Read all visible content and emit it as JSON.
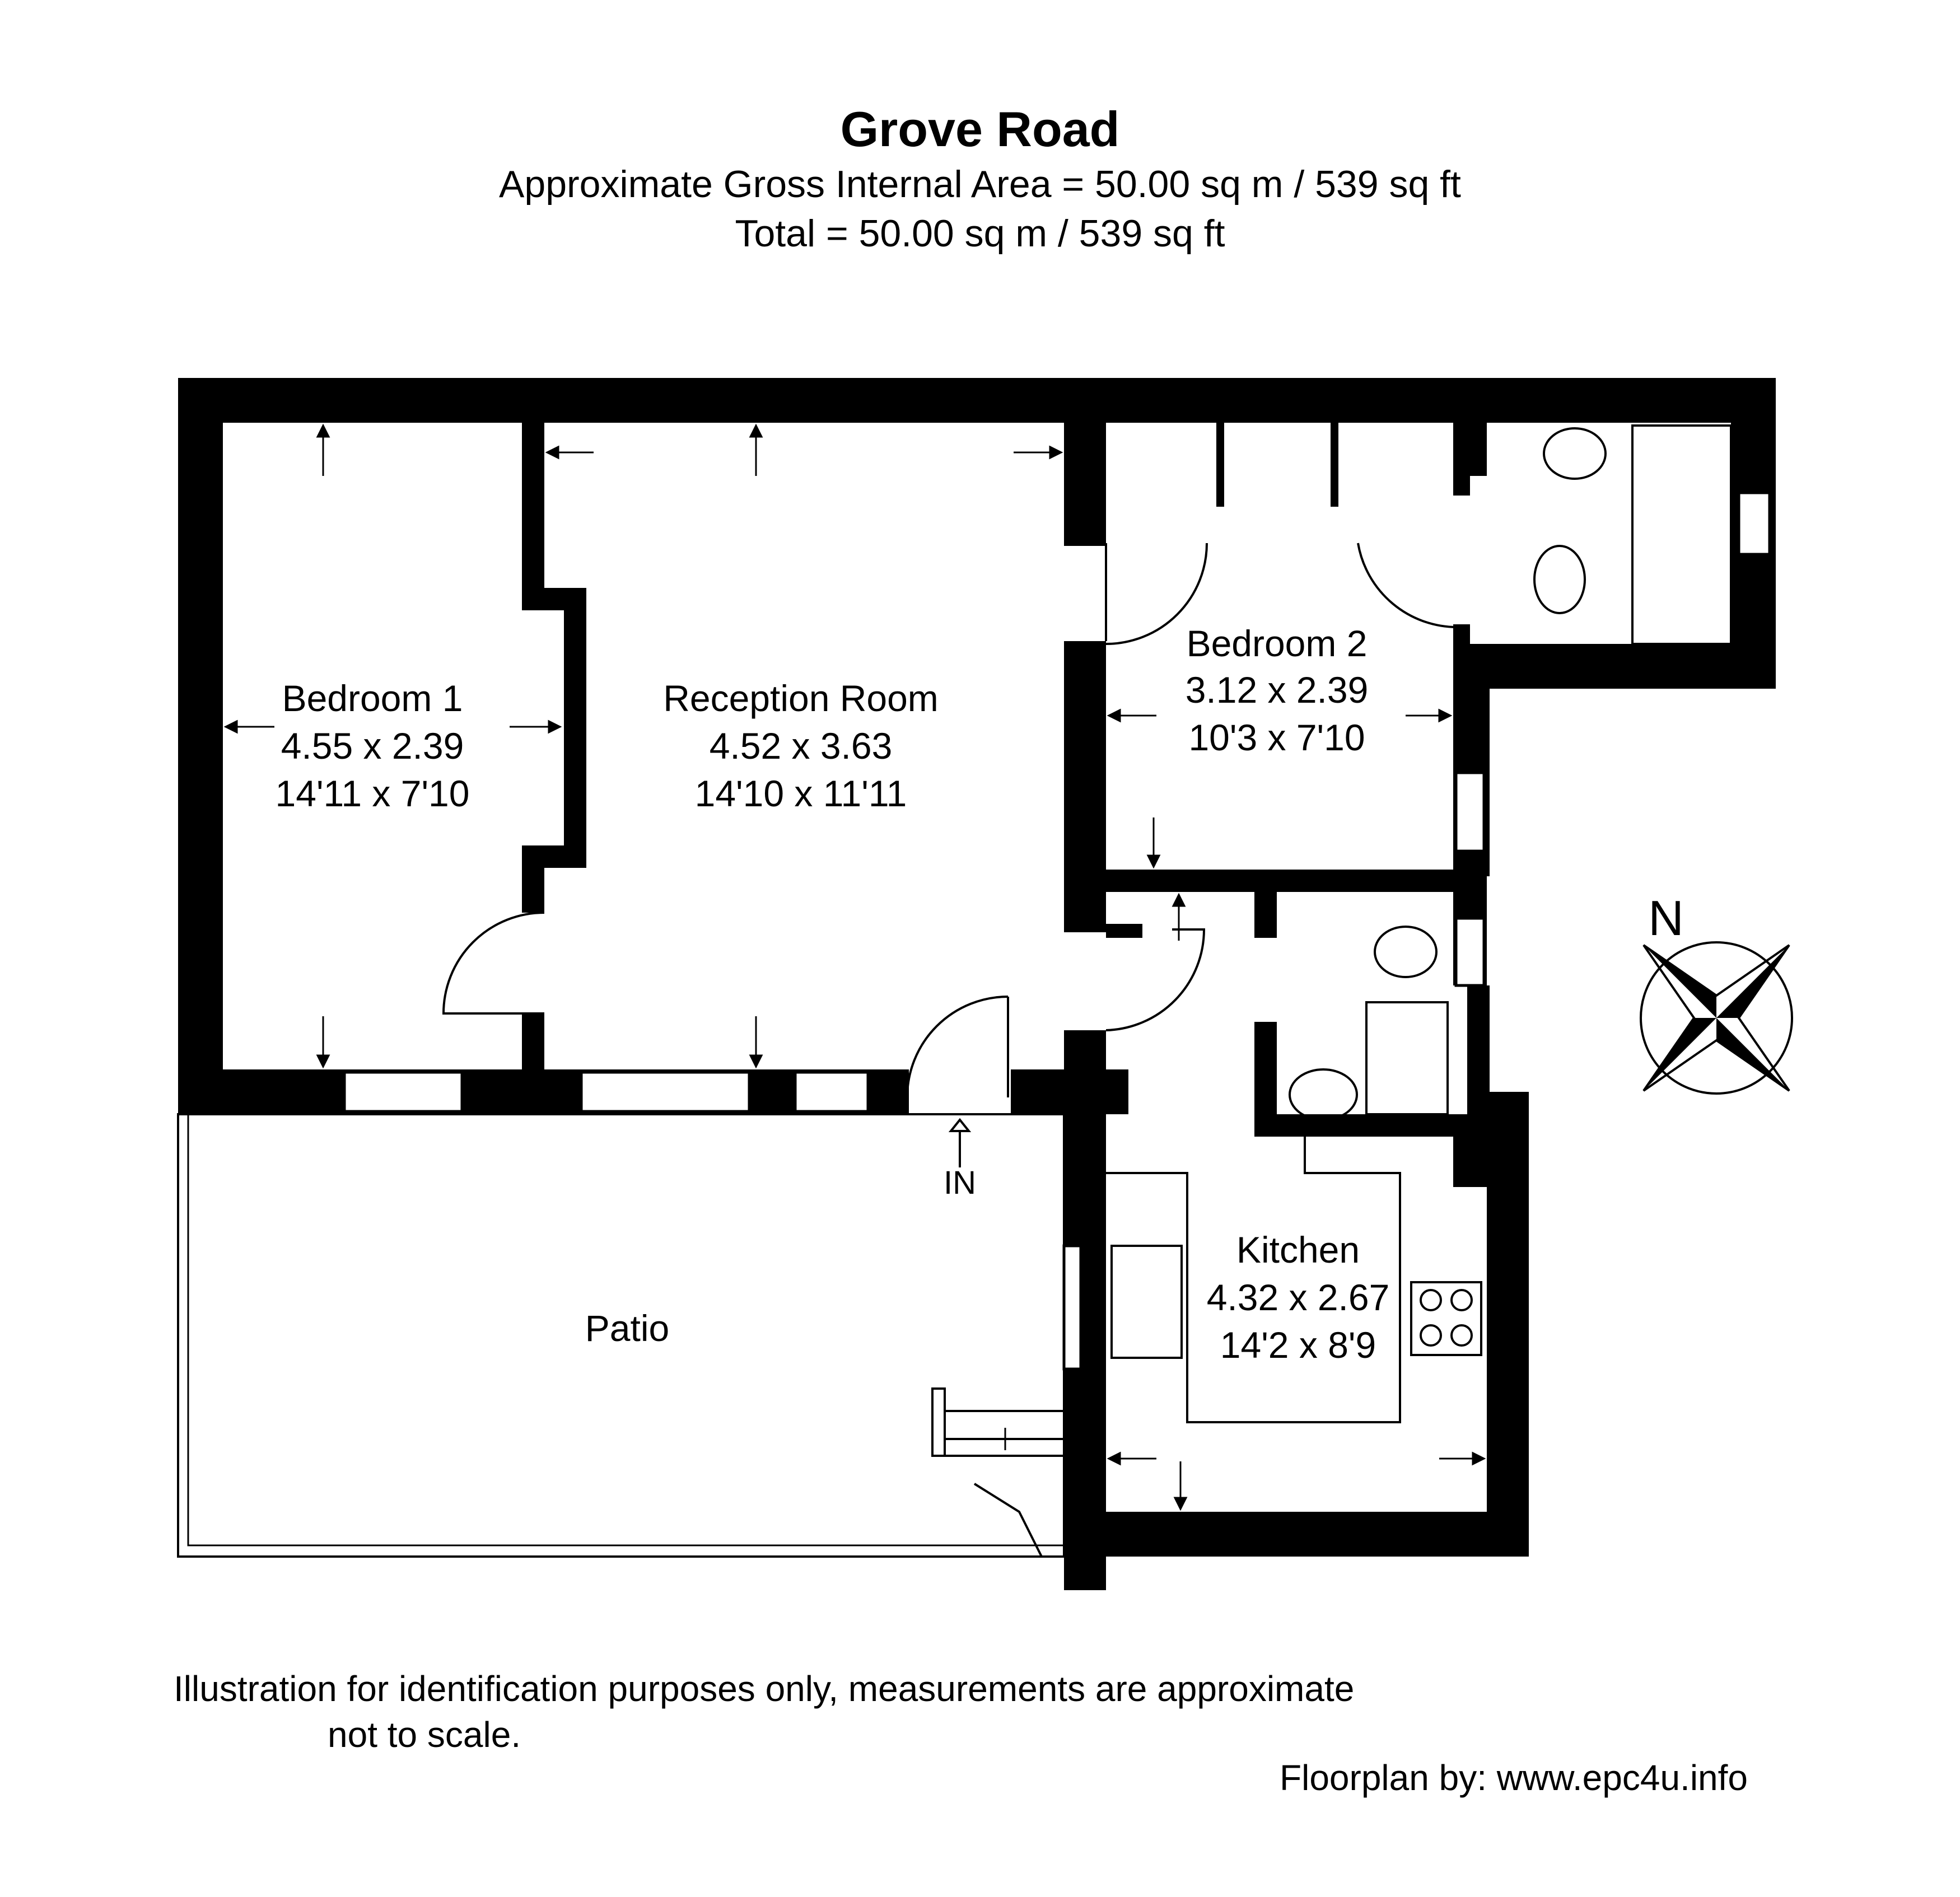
{
  "header": {
    "title": "Grove Road",
    "area_line": "Approximate Gross Internal Area = 50.00 sq m / 539 sq ft",
    "total_line": "Total = 50.00 sq m / 539 sq ft"
  },
  "rooms": {
    "bedroom1": {
      "name": "Bedroom 1",
      "metric": "4.55 x 2.39",
      "imperial": "14'11 x 7'10"
    },
    "reception": {
      "name": "Reception Room",
      "metric": "4.52 x 3.63",
      "imperial": "14'10 x 11'11"
    },
    "bedroom2": {
      "name": "Bedroom 2",
      "metric": "3.12 x 2.39",
      "imperial": "10'3 x 7'10"
    },
    "kitchen": {
      "name": "Kitchen",
      "metric": "4.32 x 2.67",
      "imperial": "14'2 x 8'9"
    },
    "patio": {
      "name": "Patio"
    }
  },
  "entrance_label": "IN",
  "compass_label": "N",
  "footer": {
    "disclaimer_line1": "Illustration for identification purposes only, measurements are approximate",
    "disclaimer_line2": "not to scale.",
    "credit": "Floorplan by: www.epc4u.info"
  },
  "colors": {
    "wall": "#000000",
    "background": "#ffffff"
  }
}
